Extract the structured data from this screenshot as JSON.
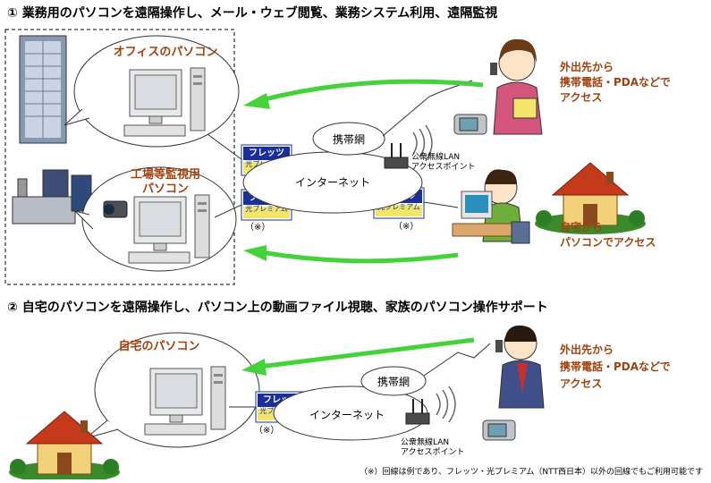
{
  "section1": {
    "title": "① 業務用のパソコンを遠隔操作し、メール・ウェブ閲覧、業務システム利用、遠隔監視",
    "office_pc_label": "オフィスのパソコン",
    "factory_pc_label_line1": "工場等監視用",
    "factory_pc_label_line2": "パソコン",
    "mobile_access_line1": "外出先から",
    "mobile_access_line2": "携帯電話・PDAなどで",
    "mobile_access_line3": "アクセス",
    "home_access_line1": "自宅から",
    "home_access_line2": "パソコンでアクセス",
    "mobile_network": "携帯網",
    "internet": "インターネット",
    "hotspot_line1": "公衆無線LAN",
    "hotspot_line2": "アクセスポイント",
    "asterisk": "（※）"
  },
  "section2": {
    "title": "② 自宅のパソコンを遠隔操作し、パソコン上の動画ファイル視聴、家族のパソコン操作サポート",
    "home_pc_label": "自宅のパソコン",
    "mobile_access_line1": "外出先から",
    "mobile_access_line2": "携帯電話・PDAなどで",
    "mobile_access_line3": "アクセス",
    "mobile_network": "携帯網",
    "internet": "インターネット",
    "hotspot_line1": "公衆無線LAN",
    "hotspot_line2": "アクセスポイント",
    "asterisk": "（※）"
  },
  "flets_badge": {
    "line1": "フレッツ",
    "line2": "光プレミアム"
  },
  "footnote": "（※）回線は例であり、フレッツ・光プレミアム（NTT西日本）以外の回線でもご利用可能です",
  "colors": {
    "accent_text": "#a0410e",
    "arrow": "#44d23a",
    "badge_blue": "#1a2f9c",
    "badge_yellow": "#f3e56a"
  }
}
